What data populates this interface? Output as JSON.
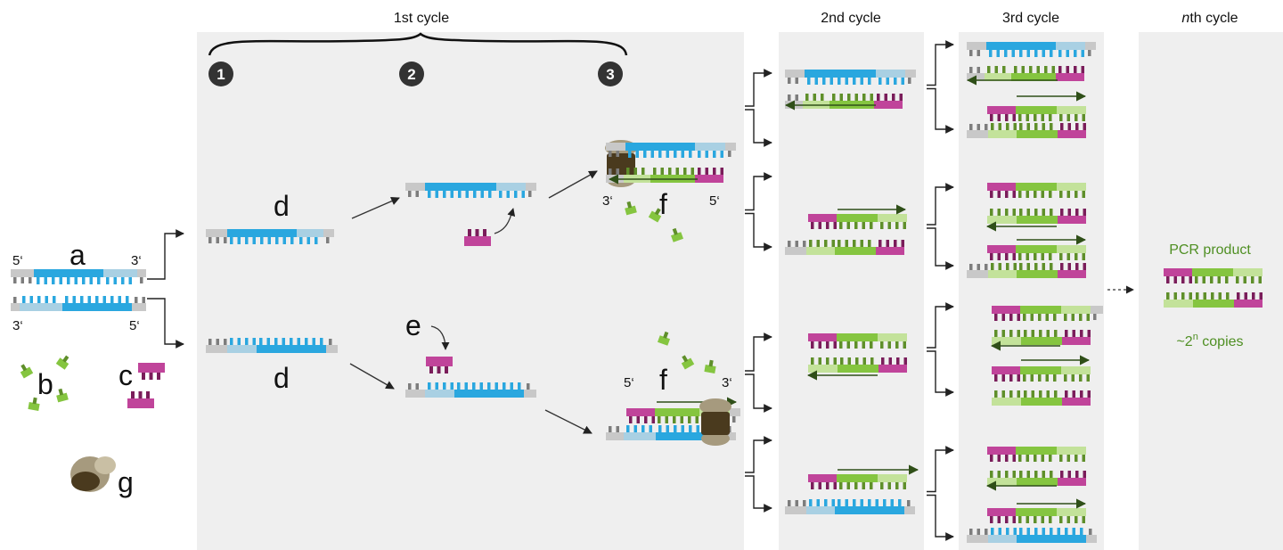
{
  "colors": {
    "panel_bg": "#efefef",
    "template_blue": "#2aa7df",
    "template_light_blue": "#a9d0e3",
    "backbone_gray": "#c8c8c8",
    "tooth_gray": "#7d7d7d",
    "product_green": "#85c540",
    "product_light_green": "#c3e29a",
    "tooth_green": "#5f8f2a",
    "primer_magenta": "#c0449a",
    "tooth_magenta": "#7a1d5a",
    "polymerase_tan": "#a69a7e",
    "polymerase_dark": "#4a3a1e",
    "arrow_dark": "#2f4f18",
    "pcr_text_green": "#4f8f23"
  },
  "headers": {
    "cycle1": "1st cycle",
    "cycle2": "2nd cycle",
    "cycle3": "3rd cycle",
    "cycle_n_prefix": "n",
    "cycle_n_suffix": "th cycle"
  },
  "steps": [
    "1",
    "2",
    "3"
  ],
  "labels": {
    "a": "a",
    "b": "b",
    "c": "c",
    "d": "d",
    "e": "e",
    "f": "f",
    "g": "g",
    "five_prime": "5‘",
    "three_prime": "3‘"
  },
  "result": {
    "title": "PCR product",
    "copies_prefix": "~2",
    "copies_exp": "n",
    "copies_suffix": " copies"
  },
  "icons": [
    "dna-double-strand-icon",
    "primer-icon",
    "nucleotide-icon",
    "polymerase-icon",
    "arrow-icon",
    "bracket-arrow-icon"
  ]
}
